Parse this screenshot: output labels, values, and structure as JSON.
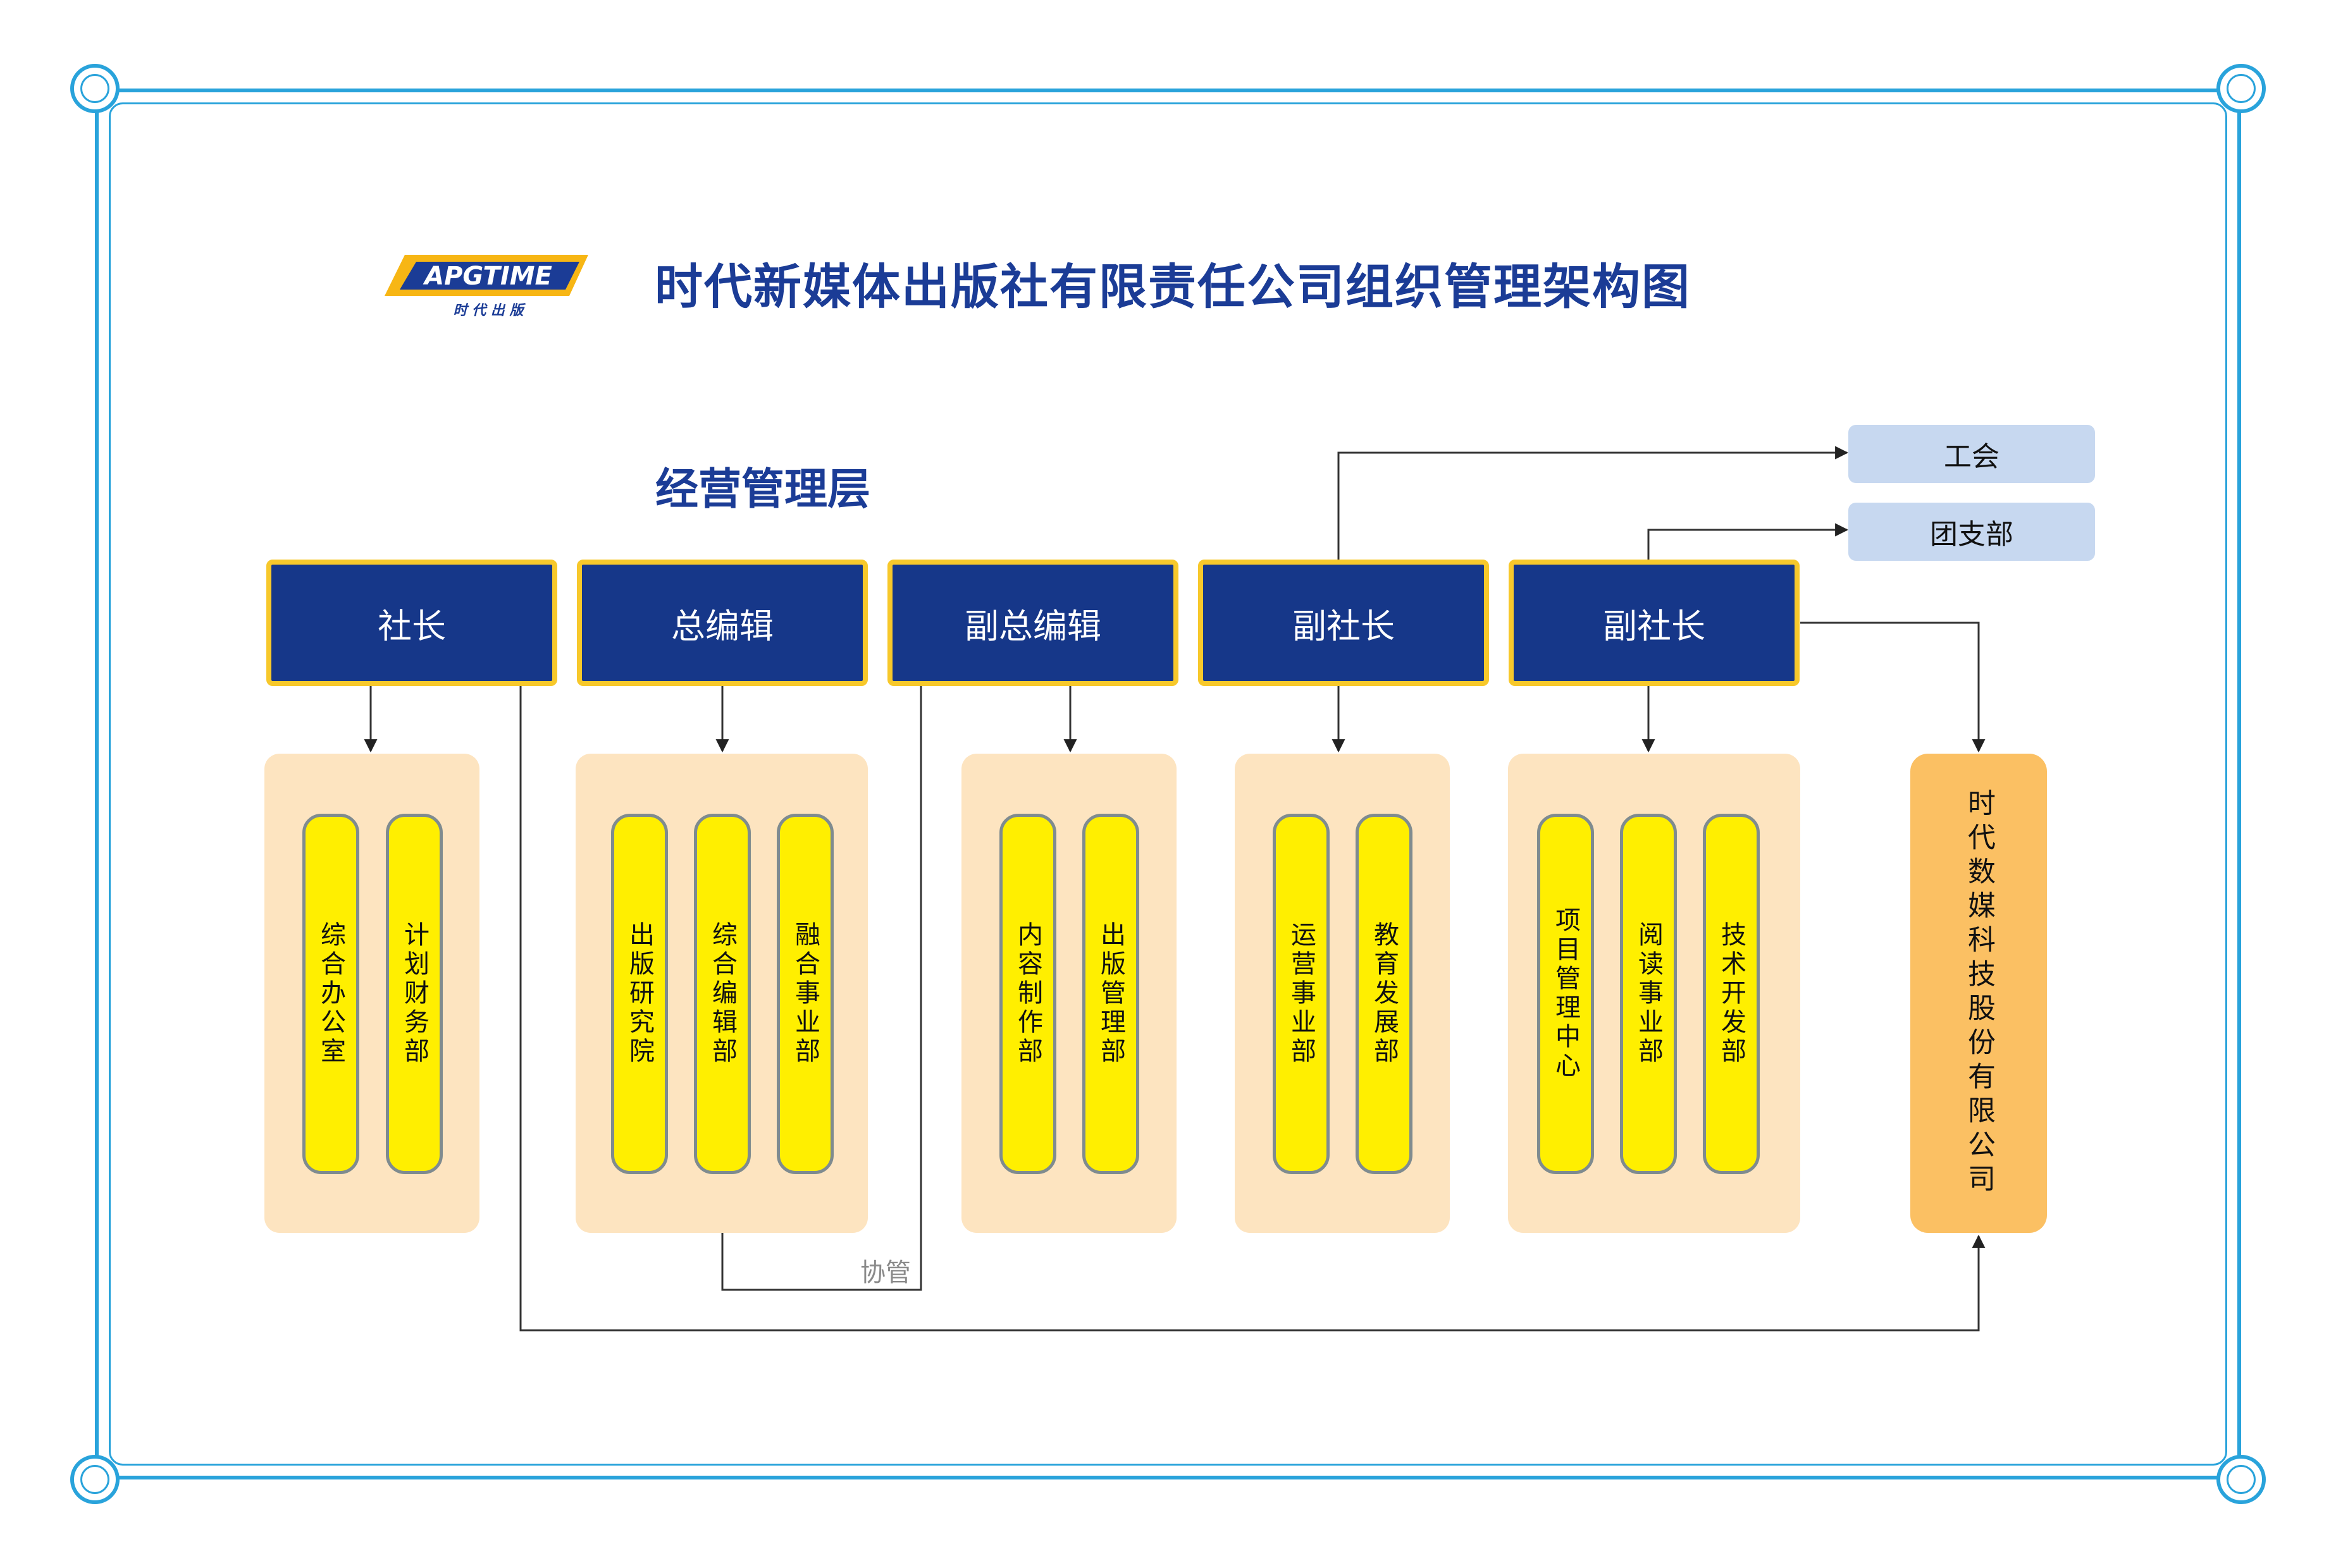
{
  "logo": {
    "wordmark": "APGTIME",
    "subtitle": "时 代 出 版"
  },
  "title": "时代新媒体出版社有限责任公司组织管理架构图",
  "section_title": "经营管理层",
  "executives": [
    {
      "label": "社长"
    },
    {
      "label": "总编辑"
    },
    {
      "label": "副总编辑"
    },
    {
      "label": "副社长"
    },
    {
      "label": "副社长"
    }
  ],
  "departments": [
    [
      "综合办公室",
      "计划财务部"
    ],
    [
      "出版研究院",
      "综合编辑部",
      "融合事业部"
    ],
    [
      "内容制作部",
      "出版管理部"
    ],
    [
      "运营事业部",
      "教育发展部"
    ],
    [
      "项目管理中心",
      "阅读事业部",
      "技术开发部"
    ]
  ],
  "subsidiary": "时代数媒科技股份有限公司",
  "side_units": [
    "工会",
    "团支部"
  ],
  "connector_note": "协管",
  "colors": {
    "frame": "#29a3db",
    "title": "#1b3c96",
    "exec_fill": "#163789",
    "exec_border": "#f7c82b",
    "panel": "#fde4c0",
    "dept_fill": "#ffef00",
    "subsidiary_fill": "#fbc063",
    "side_box_fill": "#c7d8f0"
  }
}
